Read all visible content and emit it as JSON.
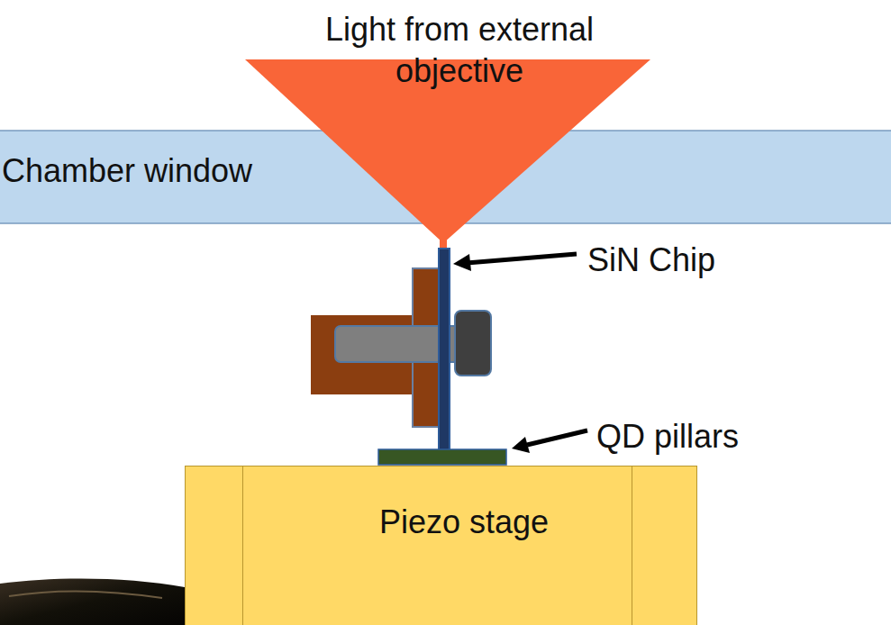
{
  "diagram": {
    "nodes": [
      {
        "text": [
          "Chamber window"
        ]
      },
      {
        "text": [
          "Piezo stage"
        ]
      }
    ],
    "labels": [
      "Light from external objective",
      "SiN Chip",
      "QD pillars"
    ]
  }
}
